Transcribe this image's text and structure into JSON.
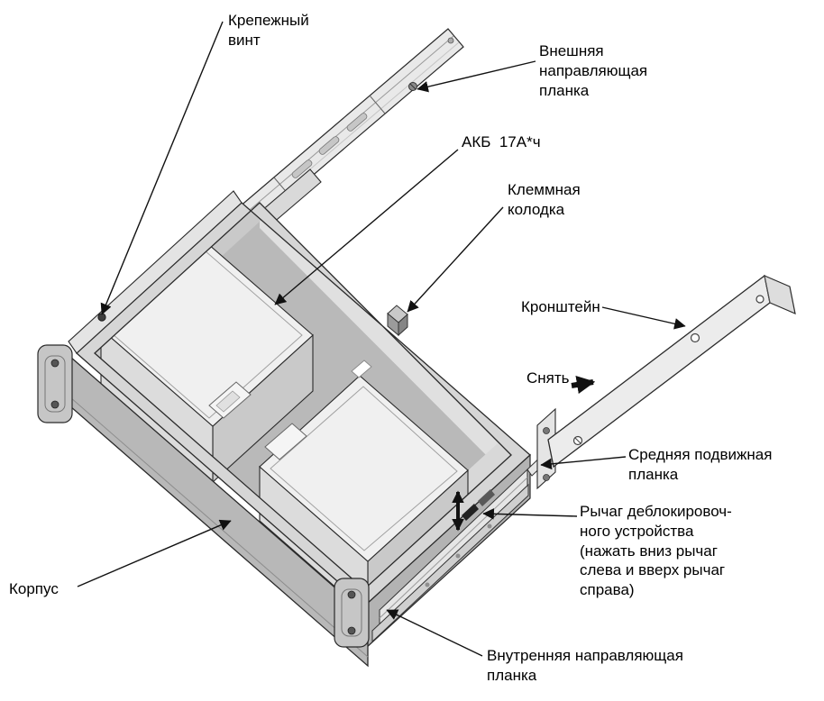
{
  "colors": {
    "background": "#ffffff",
    "line": "#1f1f1f",
    "metal_light": "#ececec",
    "metal_mid": "#c9c9c9",
    "metal_dark": "#b3b3b3"
  },
  "diagram": {
    "labels": {
      "fixing_screw": "Крепежный\nвинт",
      "outer_rail": "Внешняя\nнаправляющая\nпланка",
      "battery": "АКБ  17А*ч",
      "terminal_block": "Клеммная\nколодка",
      "bracket": "Кронштейн",
      "remove": "Снять",
      "middle_rail": "Средняя подвижная\nпланка",
      "release_lever": "Рычаг деблокировоч-\nного устройства\n(нажать вниз рычаг\nслева и вверх рычаг\nсправа)",
      "body": "Корпус",
      "inner_rail": "Внутренняя направляющая\nпланка"
    }
  }
}
